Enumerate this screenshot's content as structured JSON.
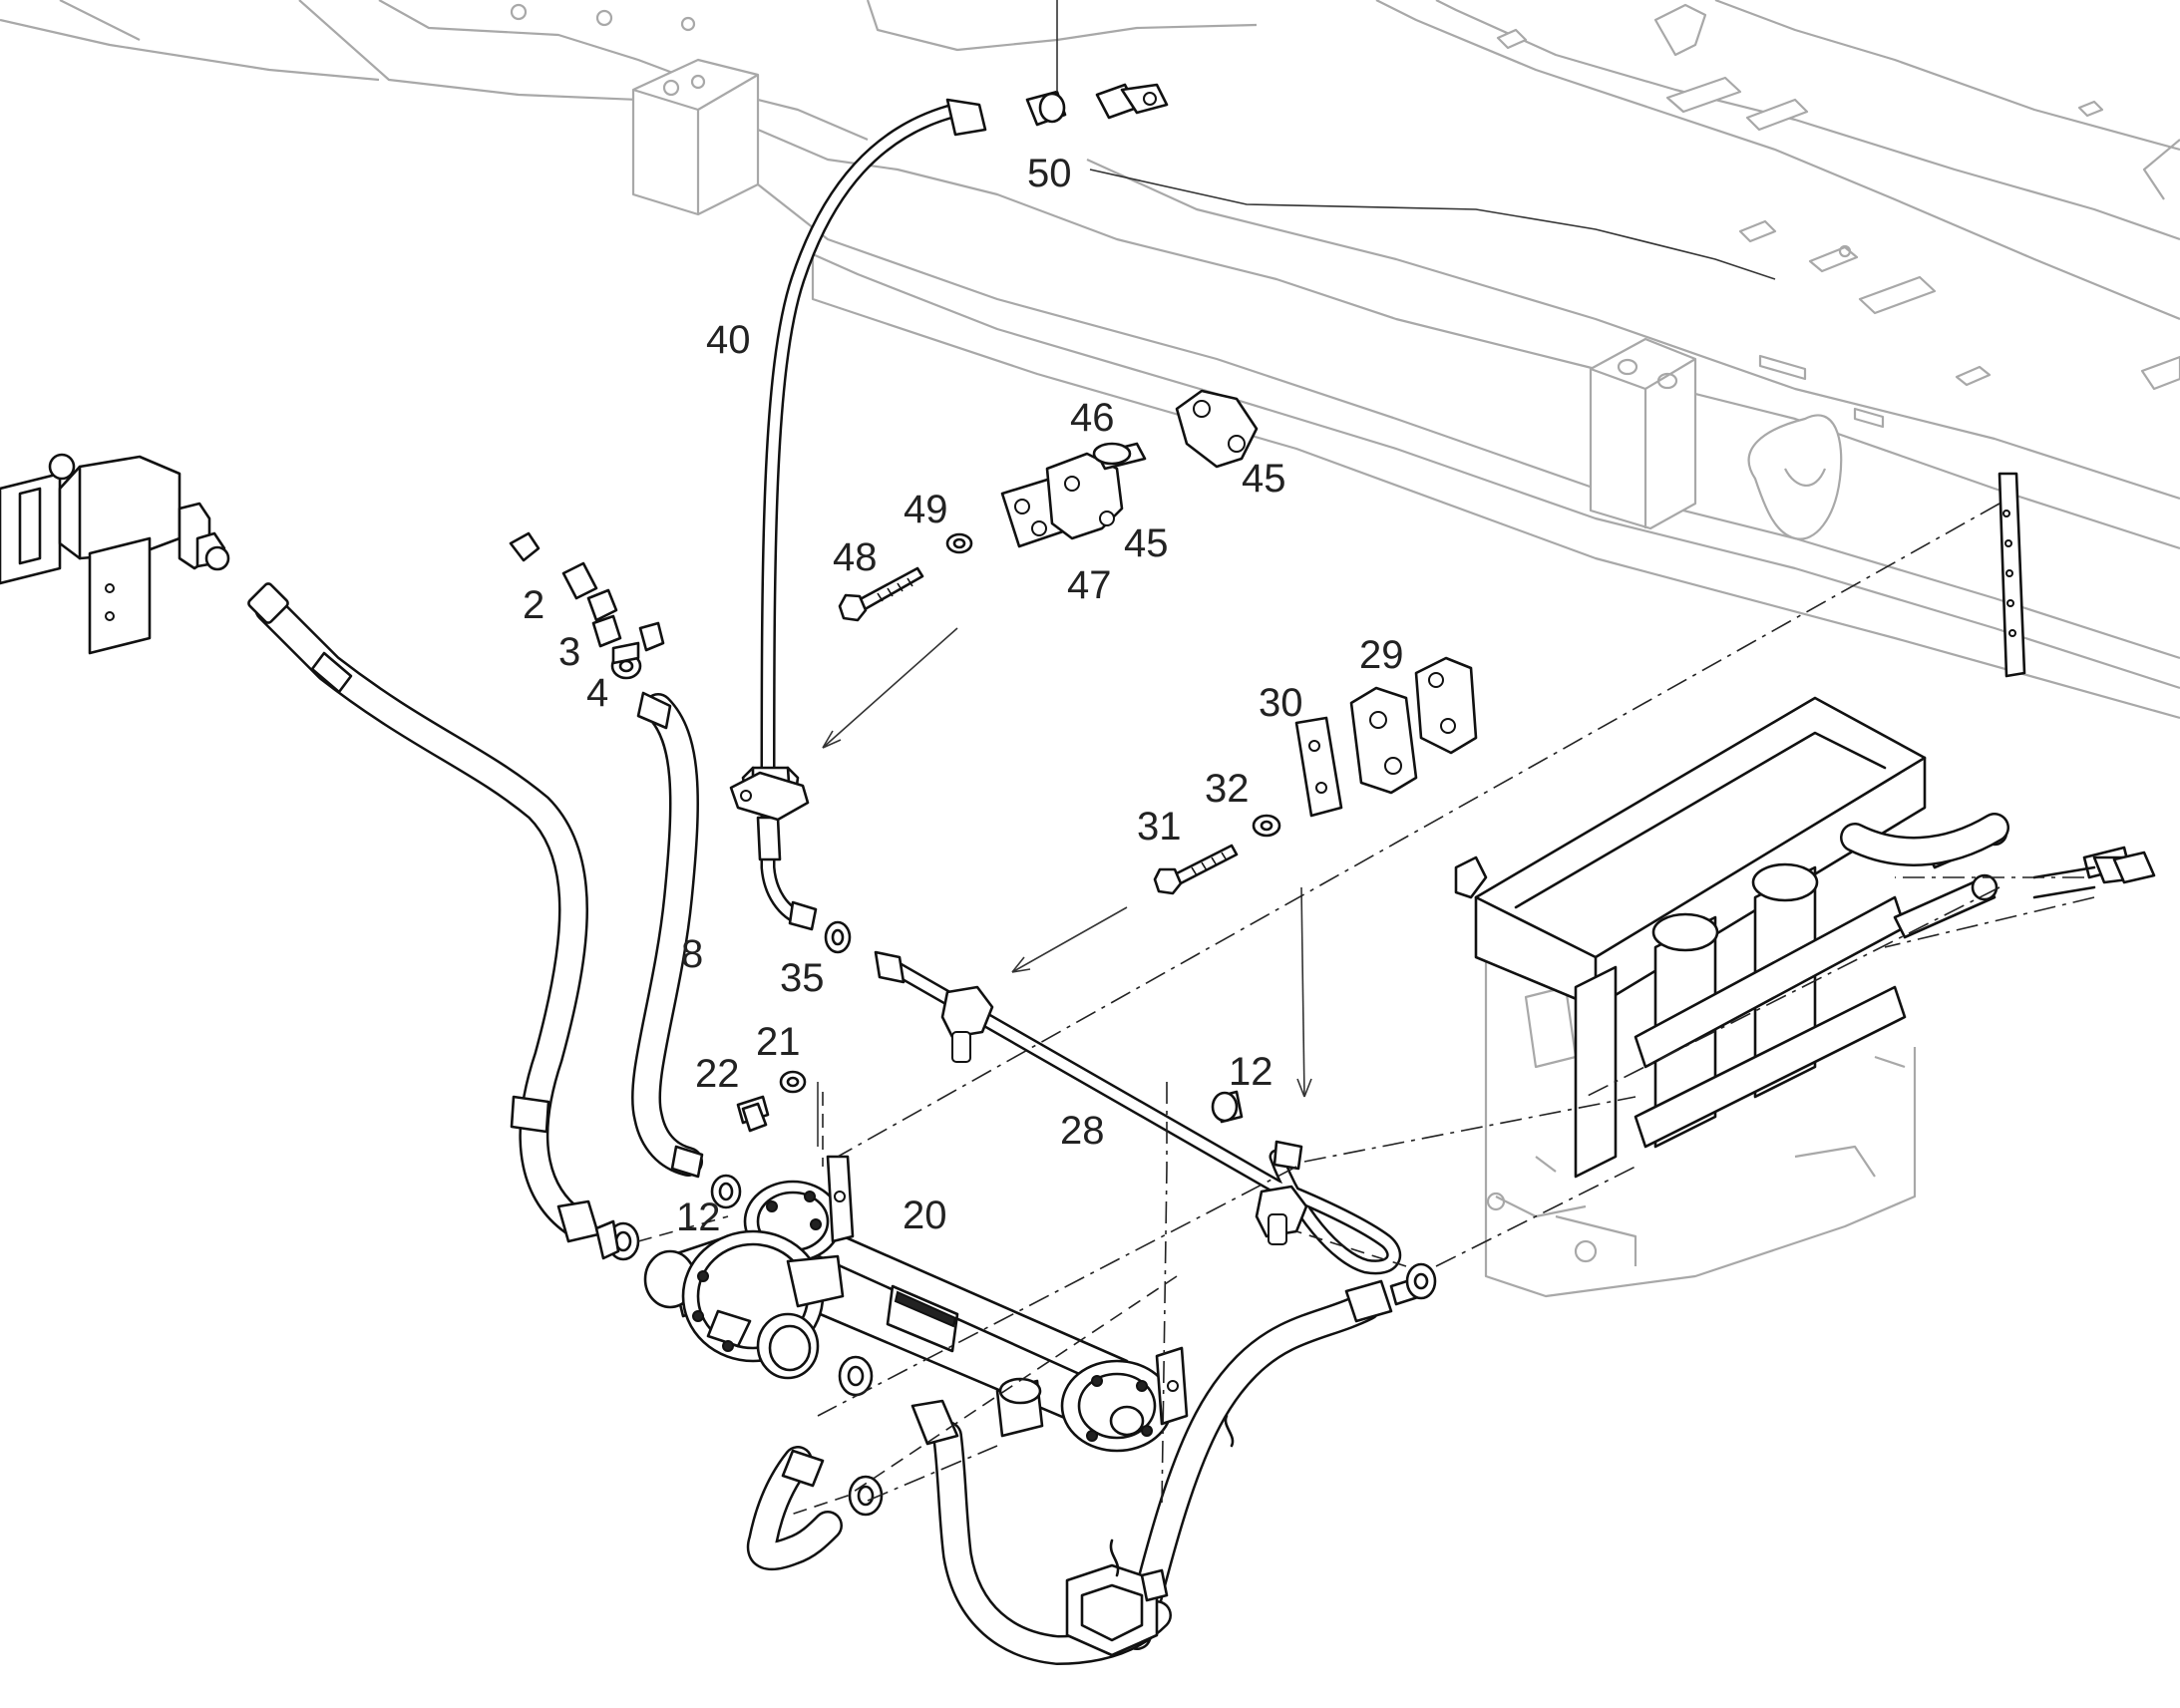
{
  "callouts": {
    "c2": "2",
    "c3": "3",
    "c4": "4",
    "c8": "8",
    "c12a": "12",
    "c12b": "12",
    "c20": "20",
    "c21": "21",
    "c22": "22",
    "c28": "28",
    "c29": "29",
    "c30": "30",
    "c31": "31",
    "c32": "32",
    "c35": "35",
    "c40": "40",
    "c45a": "45",
    "c45b": "45",
    "c46": "46",
    "c47": "47",
    "c48": "48",
    "c49": "49",
    "c50": "50"
  },
  "colors": {
    "line": "#111111",
    "frame": "#a8a8a8",
    "background": "#ffffff"
  }
}
